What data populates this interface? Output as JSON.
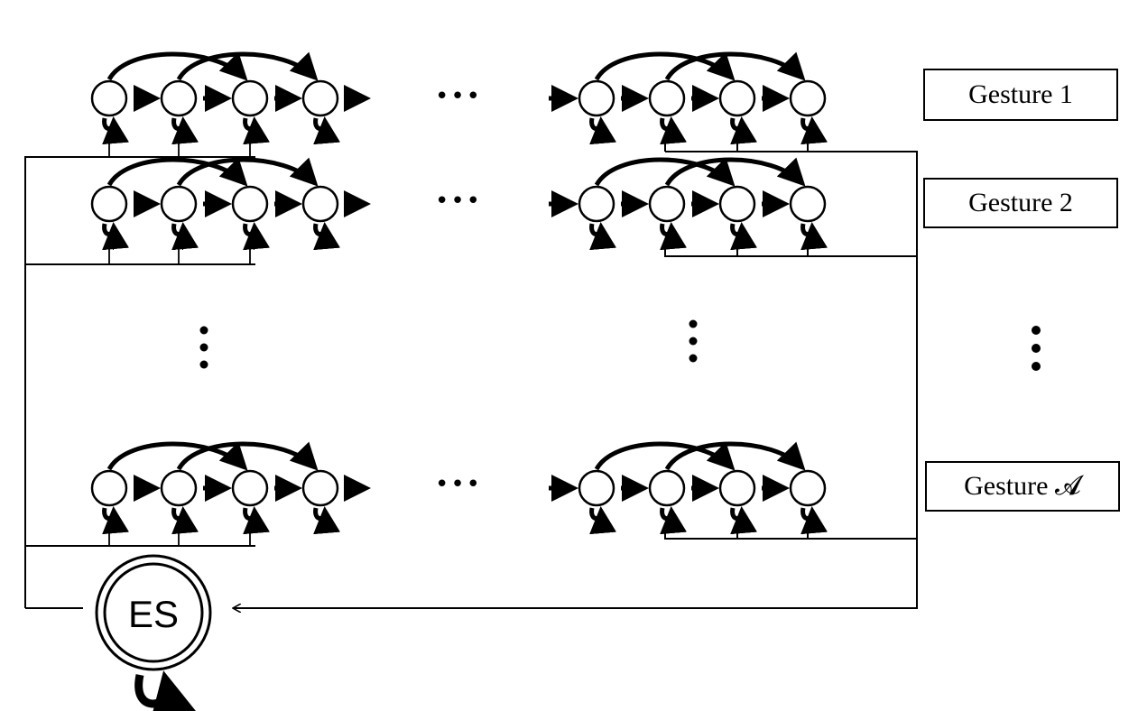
{
  "gestures": [
    {
      "label": "Gesture 1"
    },
    {
      "label": "Gesture 2"
    },
    {
      "label": "Gesture 𝓐"
    }
  ],
  "ellipsis_horizontal": "•••",
  "end_state": {
    "label": "ES"
  },
  "colors": {
    "stroke": "#000000",
    "background": "#ffffff"
  }
}
